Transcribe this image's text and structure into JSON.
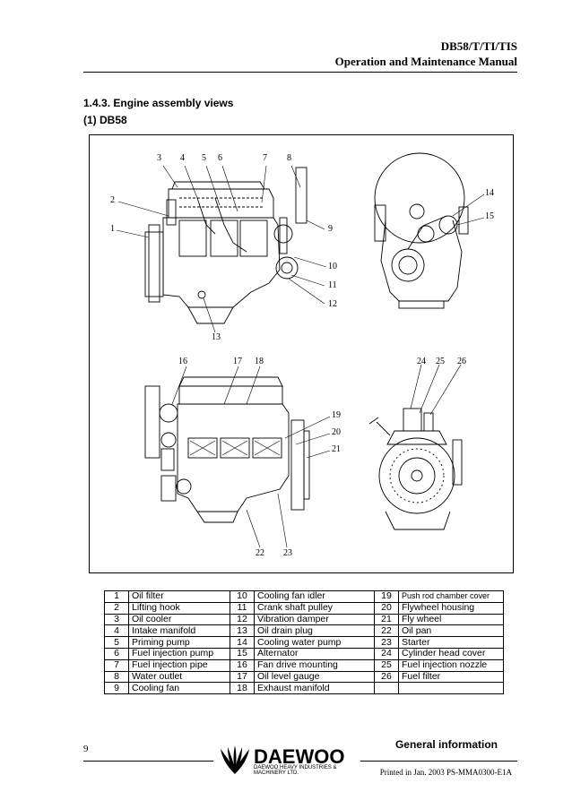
{
  "header": {
    "model": "DB58/T/TI/TIS",
    "manual": "Operation and Maintenance Manual"
  },
  "section": {
    "title": "1.4.3. Engine assembly views",
    "subtitle": "(1) DB58"
  },
  "callouts": {
    "c1": "1",
    "c2": "2",
    "c3": "3",
    "c4": "4",
    "c5": "5",
    "c6": "6",
    "c7": "7",
    "c8": "8",
    "c9": "9",
    "c10": "10",
    "c11": "11",
    "c12": "12",
    "c13": "13",
    "c14": "14",
    "c15": "15",
    "c16": "16",
    "c17": "17",
    "c18": "18",
    "c19": "19",
    "c20": "20",
    "c21": "21",
    "c22": "22",
    "c23": "23",
    "c24": "24",
    "c25": "25",
    "c26": "26"
  },
  "parts_table": {
    "rows": [
      [
        "1",
        "Oil filter",
        "10",
        "Cooling fan idler",
        "19",
        "Push rod chamber cover"
      ],
      [
        "2",
        "Lifting hook",
        "11",
        "Crank shaft pulley",
        "20",
        "Flywheel housing"
      ],
      [
        "3",
        "Oil cooler",
        "12",
        "Vibration damper",
        "21",
        "Fly wheel"
      ],
      [
        "4",
        "Intake manifold",
        "13",
        "Oil drain plug",
        "22",
        "Oil pan"
      ],
      [
        "5",
        "Priming pump",
        "14",
        "Cooling water pump",
        "23",
        "Starter"
      ],
      [
        "6",
        "Fuel injection pump",
        "15",
        "Alternator",
        "24",
        "Cylinder head cover"
      ],
      [
        "7",
        "Fuel injection pipe",
        "16",
        "Fan drive mounting",
        "25",
        "Fuel injection nozzle"
      ],
      [
        "8",
        "Water outlet",
        "17",
        "Oil level gauge",
        "26",
        "Fuel filter"
      ],
      [
        "9",
        "Cooling fan",
        "18",
        "Exhaust manifold",
        "",
        ""
      ]
    ]
  },
  "footer": {
    "page_number": "9",
    "section_name": "General information",
    "logo_name": "DAEWOO",
    "logo_line1": "DAEWOO HEAVY INDUSTRIES &",
    "logo_line2": "MACHINERY LTD.",
    "printed": "Printed in Jan. 2003 PS-MMA0300-E1A"
  }
}
